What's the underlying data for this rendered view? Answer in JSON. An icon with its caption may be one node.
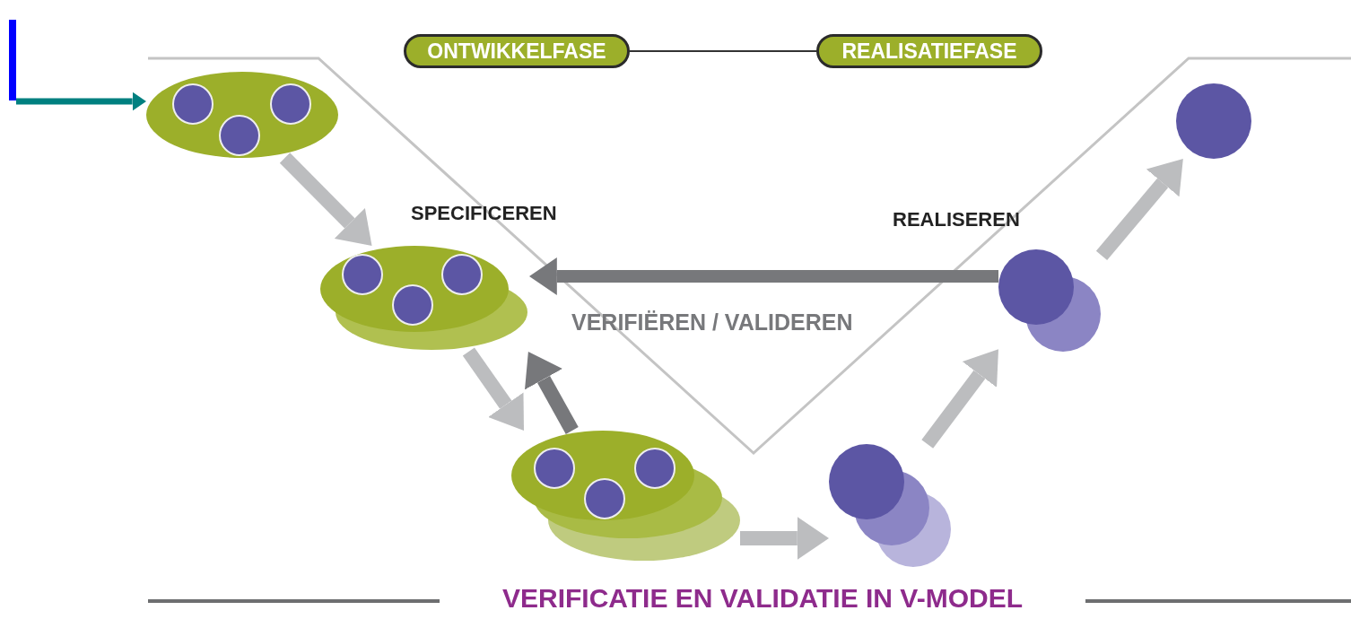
{
  "diagram": {
    "caption": "VERIFICATIE EN VALIDATIE IN V-MODEL",
    "nodes": [
      {
        "text": [
          "ONTWIKKELFASE"
        ]
      },
      {
        "text": [
          "REALISATIEFASE"
        ]
      },
      {
        "text": [],
        "shape": "ellipse"
      },
      {
        "text": [],
        "shape": "ellipse"
      },
      {
        "text": [],
        "shape": "ellipse"
      },
      {
        "text": [],
        "shape": "circle"
      },
      {
        "text": [],
        "shape": "circle"
      },
      {
        "text": [],
        "shape": "circle"
      }
    ],
    "edges": [
      {
        "from": 0,
        "to": 1,
        "arrow": "none",
        "color": "#333333"
      },
      {
        "from": null,
        "to": 2,
        "arrow": "to",
        "color": "#008080"
      },
      {
        "from": 2,
        "to": 3,
        "arrow": "to"
      },
      {
        "from": 3,
        "to": 4,
        "arrow": "to"
      },
      {
        "from": 4,
        "to": 5,
        "arrow": "to"
      },
      {
        "from": 5,
        "to": 6,
        "arrow": "to"
      },
      {
        "from": 6,
        "to": 7,
        "arrow": "to"
      },
      {
        "from": 6,
        "to": 3,
        "arrow": "to",
        "color": "#77787b"
      },
      {
        "from": 4,
        "to": 3,
        "arrow": "to",
        "color": "#77787b"
      }
    ],
    "labels": [
      "SPECIFICEREN",
      "REALISEREN",
      "VERIFIËREN / VALIDEREN"
    ]
  }
}
